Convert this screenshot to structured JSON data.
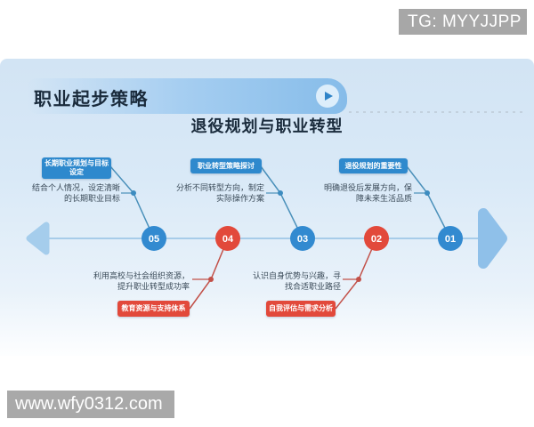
{
  "badge": {
    "text": "TG: MYYJJPP"
  },
  "header": {
    "title": "职业起步策略",
    "subtitle": "退役规划与职业转型",
    "play_icon": "play-icon",
    "bar_color": "#86bce9"
  },
  "timeline": {
    "nodes": [
      {
        "number": "05",
        "color": "#328ad0"
      },
      {
        "number": "04",
        "color": "#e2493b"
      },
      {
        "number": "03",
        "color": "#328ad0"
      },
      {
        "number": "02",
        "color": "#e2493b"
      },
      {
        "number": "01",
        "color": "#328ad0"
      }
    ],
    "top_items": [
      {
        "tag": "长期职业规划与目标设定",
        "desc": "结合个人情况，设定清晰的长期职业目标",
        "node": "05"
      },
      {
        "tag": "职业转型策略探讨",
        "desc": "分析不同转型方向，制定实际操作方案",
        "node": "03"
      },
      {
        "tag": "退役规划的重要性",
        "desc": "明确退役后发展方向，保障未来生活品质",
        "node": "01"
      }
    ],
    "bottom_items": [
      {
        "tag": "教育资源与支持体系",
        "desc": "利用高校与社会组织资源，提升职业转型成功率",
        "node": "04"
      },
      {
        "tag": "自我评估与需求分析",
        "desc": "认识自身优势与兴趣，寻找合适职业路径",
        "node": "02"
      }
    ],
    "colors": {
      "tag_blue": "#2e89cd",
      "tag_red": "#e2493b",
      "axis_line": "#a7cce9",
      "connector_blue": "#4a90ba",
      "connector_red": "#c25048",
      "arrow": "#8fc0e9"
    }
  },
  "watermark": {
    "text": "www.wfy0312.com"
  }
}
